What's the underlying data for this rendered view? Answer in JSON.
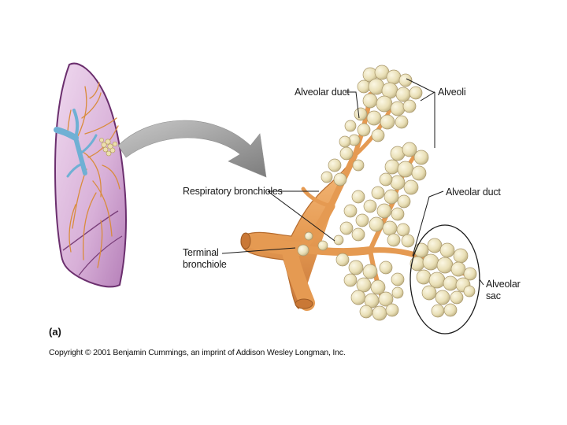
{
  "labels": {
    "alveolar_duct_top": "Alveolar duct",
    "alveoli": "Alveoli",
    "respiratory_bronchioles": "Respiratory bronchioles",
    "alveolar_duct_right": "Alveolar duct",
    "terminal_bronchiole_line1": "Terminal",
    "terminal_bronchiole_line2": "bronchiole",
    "alveolar_sac_line1": "Alveolar",
    "alveolar_sac_line2": "sac"
  },
  "panel_label": "(a)",
  "copyright": "Copyright © 2001 Benjamin Cummings, an imprint of Addison Wesley Longman, Inc.",
  "colors": {
    "lung_fill": "#dcb8dc",
    "lung_outline": "#7a3f7a",
    "bronchi_blue": "#7ab8d8",
    "airway_orange": "#e8a15a",
    "alveolus_cream": "#ece3bd",
    "arrow_grey": "#9a9a9a"
  }
}
